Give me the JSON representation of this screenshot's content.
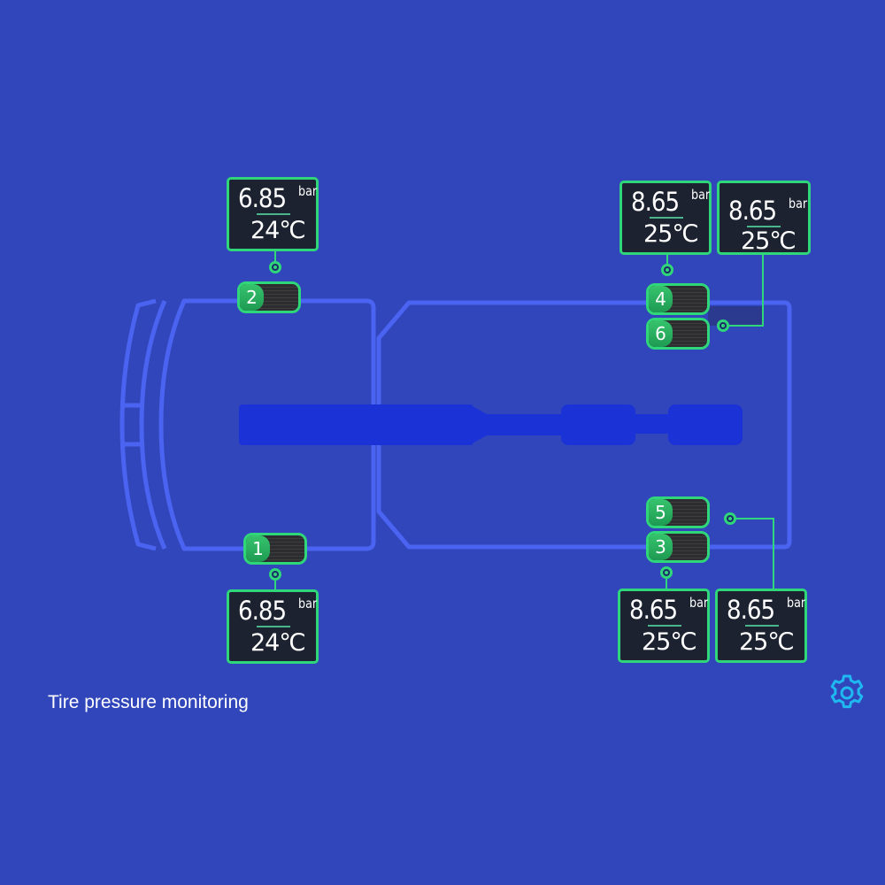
{
  "screen": {
    "title": "Tire pressure monitoring",
    "settings_icon": "gear-icon"
  },
  "colors": {
    "background": "#3146bb",
    "truck_outline": "#4a63f0",
    "driveshaft": "#1b33d6",
    "sensor_green": "#2fd67a",
    "readout_bg": "#1c2230",
    "settings_cyan": "#1fb8f0"
  },
  "tires": [
    {
      "id": "1",
      "label": "1",
      "position": "front-left",
      "pressure": "6.85",
      "unit": "bar",
      "temperature": "24℃"
    },
    {
      "id": "2",
      "label": "2",
      "position": "front-right",
      "pressure": "6.85",
      "unit": "bar",
      "temperature": "24℃"
    },
    {
      "id": "3",
      "label": "3",
      "position": "rear-left-outer",
      "pressure": "8.65",
      "unit": "bar",
      "temperature": "25℃"
    },
    {
      "id": "4",
      "label": "4",
      "position": "rear-right-outer",
      "pressure": "8.65",
      "unit": "bar",
      "temperature": "25℃"
    },
    {
      "id": "5",
      "label": "5",
      "position": "rear-left-inner",
      "pressure": "8.65",
      "unit": "bar",
      "temperature": "25℃"
    },
    {
      "id": "6",
      "label": "6",
      "position": "rear-right-inner",
      "pressure": "8.65",
      "unit": "bar",
      "temperature": "25℃"
    }
  ]
}
